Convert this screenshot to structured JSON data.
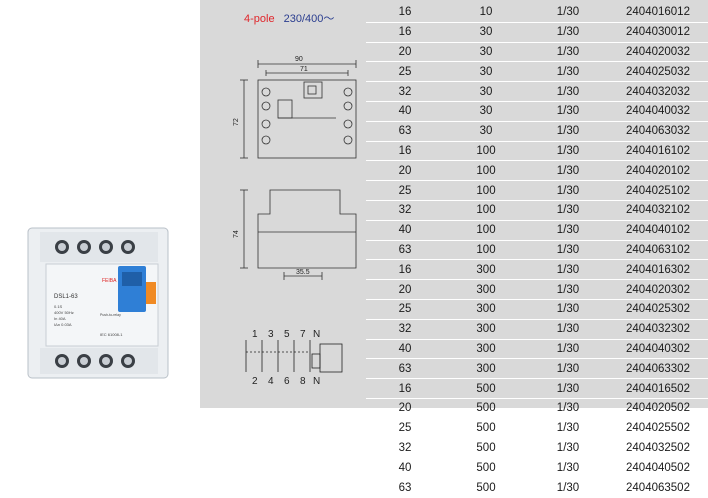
{
  "product": {
    "model": "DSL1-63",
    "brand": "FEIBA",
    "push_label": "Push-to-relay",
    "rating_lines": [
      "0.1S",
      "400V  50Hz",
      "In 40A",
      "IΔn 0.03A"
    ],
    "standard": "IEC 61008-1",
    "terminals_top": [
      "1",
      "3",
      "5",
      "7",
      "N"
    ],
    "terminals_bottom": [
      "2",
      "4",
      "6",
      "8",
      "N"
    ]
  },
  "spec": {
    "poles": "4-pole",
    "voltage": "230/400～"
  },
  "dimensions": {
    "width": "90",
    "inner_width": "71",
    "height": "72",
    "depth": "74",
    "rail": "35.5"
  },
  "table": {
    "rows": [
      [
        "16",
        "10",
        "1/30",
        "2404016012"
      ],
      [
        "16",
        "30",
        "1/30",
        "2404030012"
      ],
      [
        "20",
        "30",
        "1/30",
        "2404020032"
      ],
      [
        "25",
        "30",
        "1/30",
        "2404025032"
      ],
      [
        "32",
        "30",
        "1/30",
        "2404032032"
      ],
      [
        "40",
        "30",
        "1/30",
        "2404040032"
      ],
      [
        "63",
        "30",
        "1/30",
        "2404063032"
      ],
      [
        "16",
        "100",
        "1/30",
        "2404016102"
      ],
      [
        "20",
        "100",
        "1/30",
        "2404020102"
      ],
      [
        "25",
        "100",
        "1/30",
        "2404025102"
      ],
      [
        "32",
        "100",
        "1/30",
        "2404032102"
      ],
      [
        "40",
        "100",
        "1/30",
        "2404040102"
      ],
      [
        "63",
        "100",
        "1/30",
        "2404063102"
      ],
      [
        "16",
        "300",
        "1/30",
        "2404016302"
      ],
      [
        "20",
        "300",
        "1/30",
        "2404020302"
      ],
      [
        "25",
        "300",
        "1/30",
        "2404025302"
      ],
      [
        "32",
        "300",
        "1/30",
        "2404032302"
      ],
      [
        "40",
        "300",
        "1/30",
        "2404040302"
      ],
      [
        "63",
        "300",
        "1/30",
        "2404063302"
      ],
      [
        "16",
        "500",
        "1/30",
        "2404016502"
      ],
      [
        "20",
        "500",
        "1/30",
        "2404020502"
      ],
      [
        "25",
        "500",
        "1/30",
        "2404025502"
      ],
      [
        "32",
        "500",
        "1/30",
        "2404032502"
      ],
      [
        "40",
        "500",
        "1/30",
        "2404040502"
      ],
      [
        "63",
        "500",
        "1/30",
        "2404063502"
      ]
    ]
  }
}
